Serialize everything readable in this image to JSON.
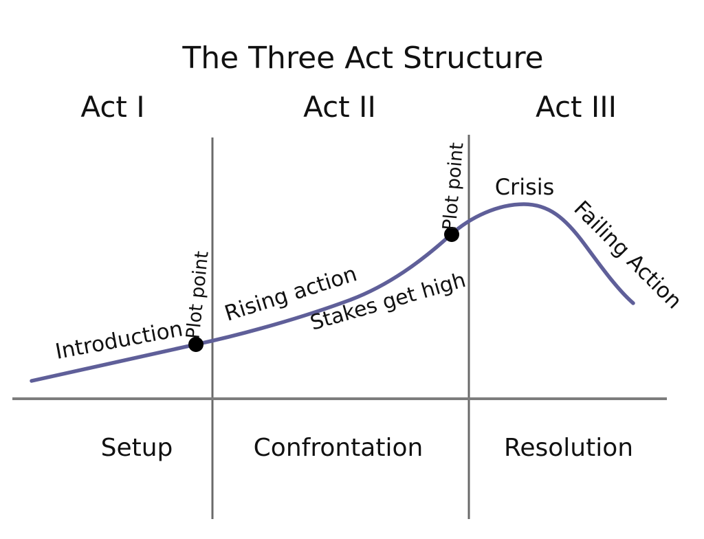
{
  "title": "The Three Act Structure",
  "acts": [
    {
      "label": "Act I"
    },
    {
      "label": "Act II"
    },
    {
      "label": "Act III"
    }
  ],
  "sections": [
    {
      "label": "Setup"
    },
    {
      "label": "Confrontation"
    },
    {
      "label": "Resolution"
    }
  ],
  "curve_labels": {
    "introduction": "Introduction",
    "plot_point_1": "Plot point",
    "rising_action": "Rising action",
    "stakes_get_high": "Stakes get high",
    "plot_point_2": "Plot point",
    "crisis": "Crisis",
    "failing_action": "Failing Action"
  },
  "colors": {
    "curve": "#5f5f99",
    "divider": "#6a6a6a",
    "baseline": "#7d7d7d",
    "dot": "#000000",
    "text": "#111111"
  }
}
